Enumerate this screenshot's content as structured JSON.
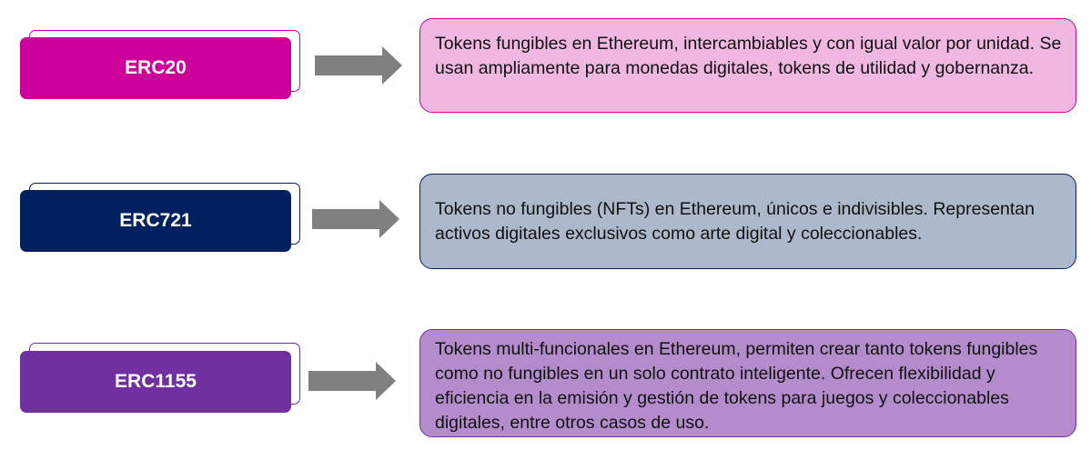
{
  "rows": [
    {
      "label": "ERC20",
      "description": "Tokens fungibles en Ethereum, intercambiables y con igual valor por unidad. Se usan ampliamente para monedas digitales, tokens de utilidad y gobernanza.",
      "label_color": "#cc0099",
      "description_bg": "#f0b8e0",
      "description_border": "#cc0099"
    },
    {
      "label": "ERC721",
      "description": "Tokens no fungibles (NFTs) en Ethereum, únicos e indivisibles. Representan activos digitales exclusivos como arte digital y coleccionables.",
      "label_color": "#002060",
      "description_bg": "#adb9ca",
      "description_border": "#002060"
    },
    {
      "label": "ERC1155",
      "description": "Tokens multi-funcionales en Ethereum, permiten crear tanto tokens fungibles como no fungibles en un solo contrato inteligente. Ofrecen flexibilidad y eficiencia en la emisión y gestión de tokens para juegos y coleccionables digitales, entre otros casos de uso.",
      "label_color": "#7030a0",
      "description_bg": "#b48ccb",
      "description_border": "#7030a0"
    }
  ],
  "arrow_color": "#808080"
}
